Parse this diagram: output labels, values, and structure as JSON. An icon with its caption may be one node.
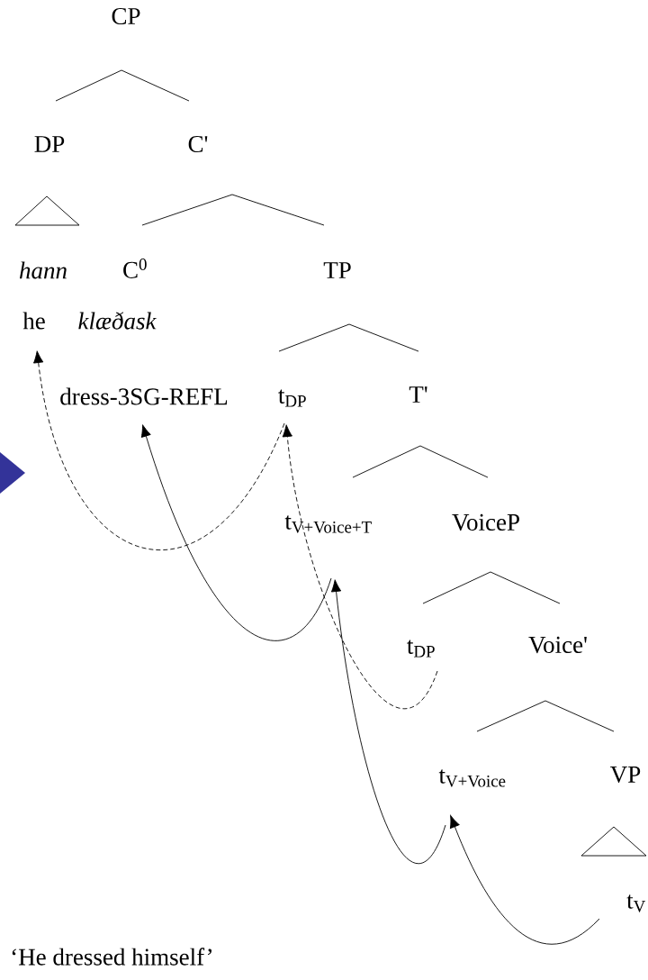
{
  "diagram": {
    "caption": "‘He dressed himself’",
    "nodes": [
      {
        "text": [
          "CP"
        ]
      },
      {
        "text": [
          "DP"
        ]
      },
      {
        "text": [
          "C'"
        ]
      },
      {
        "text": [
          "hann"
        ]
      },
      {
        "text": [
          "C$^{0}$"
        ]
      },
      {
        "text": [
          "TP"
        ]
      },
      {
        "text": [
          "he"
        ]
      },
      {
        "text": [
          "klæðask"
        ]
      },
      {
        "text": [
          "dress-3SG-REFL"
        ]
      },
      {
        "text": [
          "t$_{DP}$"
        ]
      },
      {
        "text": [
          "T'"
        ]
      },
      {
        "text": [
          "t$_{V+Voice+T}$"
        ]
      },
      {
        "text": [
          "VoiceP"
        ]
      },
      {
        "text": [
          "t$_{DP}$"
        ]
      },
      {
        "text": [
          "Voice'"
        ]
      },
      {
        "text": [
          "t$_{V+Voice}$"
        ]
      },
      {
        "text": [
          "VP"
        ]
      },
      {
        "text": [
          "t$_{V}$"
        ]
      }
    ],
    "edges": [
      {
        "from": 0,
        "to": 1,
        "arrow": "none"
      },
      {
        "from": 0,
        "to": 2,
        "arrow": "none"
      },
      {
        "from": 2,
        "to": 4,
        "arrow": "none"
      },
      {
        "from": 2,
        "to": 5,
        "arrow": "none"
      },
      {
        "from": 5,
        "to": 9,
        "arrow": "none"
      },
      {
        "from": 5,
        "to": 10,
        "arrow": "none"
      },
      {
        "from": 10,
        "to": 11,
        "arrow": "none"
      },
      {
        "from": 10,
        "to": 12,
        "arrow": "none"
      },
      {
        "from": 12,
        "to": 13,
        "arrow": "none"
      },
      {
        "from": 12,
        "to": 14,
        "arrow": "none"
      },
      {
        "from": 14,
        "to": 15,
        "arrow": "none"
      },
      {
        "from": 14,
        "to": 16,
        "arrow": "none"
      },
      {
        "from": 9,
        "to": 6,
        "arrow": "to",
        "style": "dashed"
      },
      {
        "from": 13,
        "to": 9,
        "arrow": "to",
        "style": "dashed"
      },
      {
        "from": 17,
        "to": 15,
        "arrow": "to"
      },
      {
        "from": 15,
        "to": 11,
        "arrow": "to"
      },
      {
        "from": 11,
        "to": 8,
        "arrow": "to"
      }
    ]
  }
}
